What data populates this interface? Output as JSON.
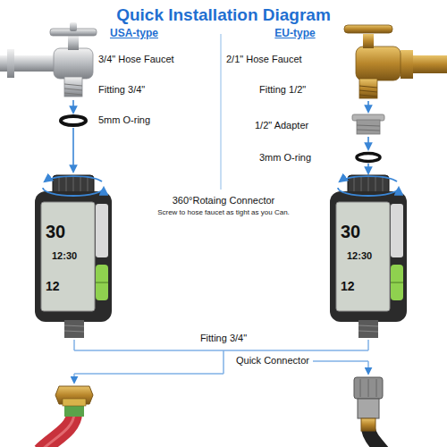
{
  "diagram": {
    "title": "Quick Installation Diagram",
    "labels": [
      "USA-type",
      "EU-type",
      "3/4\" Hose Faucet",
      "2/1\" Hose Faucet",
      "Fitting 3/4\"",
      "Fitting 1/2\"",
      "5mm O-ring",
      "1/2\" Adapter",
      "3mm O-ring",
      "360°Rotaing Connector",
      "Screw to hose faucet as tight as you Can.",
      "30",
      "12:30",
      "12",
      "30",
      "12:30",
      "12",
      "Fitting 3/4\"",
      "Quick Connector"
    ]
  }
}
